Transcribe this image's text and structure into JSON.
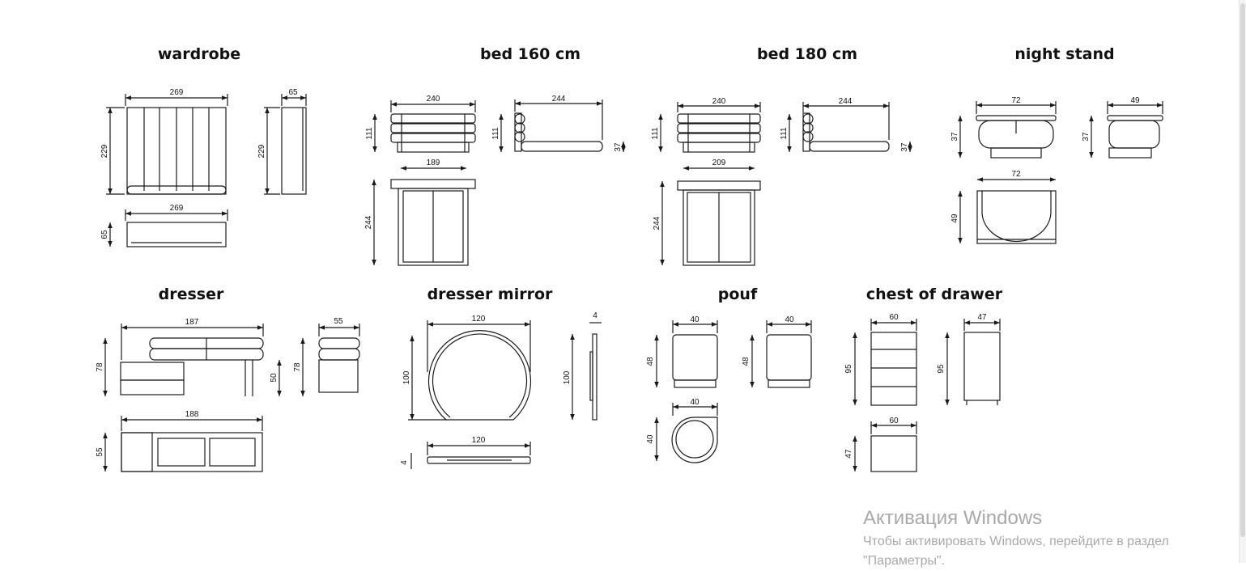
{
  "sections": {
    "wardrobe": {
      "title": "wardrobe",
      "front_width": "269",
      "front_height": "229",
      "side_depth": "65",
      "side_height": "229",
      "top_width": "269",
      "top_depth": "65"
    },
    "bed160": {
      "title": "bed 160 cm",
      "front_width": "240",
      "front_height": "111",
      "inner_width": "189",
      "side_length": "244",
      "side_height_head": "111",
      "side_height_base": "37",
      "top_length": "244"
    },
    "bed180": {
      "title": "bed 180 cm",
      "front_width": "240",
      "front_height": "111",
      "inner_width": "209",
      "side_length": "244",
      "side_height_head": "111",
      "side_height_base": "37",
      "top_length": "244"
    },
    "nightstand": {
      "title": "night stand",
      "front_width": "72",
      "front_height": "37",
      "side_depth": "49",
      "side_height": "37",
      "top_width": "72",
      "top_depth": "49"
    },
    "dresser": {
      "title": "dresser",
      "front_width": "187",
      "front_height": "78",
      "leg_height": "50",
      "side_depth": "55",
      "side_height": "78",
      "top_width": "188",
      "top_depth": "55"
    },
    "mirror": {
      "title": "dresser mirror",
      "front_width": "120",
      "front_height": "100",
      "side_depth": "4",
      "side_height": "100",
      "top_width": "120",
      "top_depth": "4"
    },
    "pouf": {
      "title": "pouf",
      "front_width": "40",
      "front_height": "48",
      "side_width": "40",
      "side_height": "48",
      "top_width": "40",
      "top_depth": "40"
    },
    "chest": {
      "title": "chest of drawer",
      "front_width": "60",
      "front_height": "95",
      "side_depth": "47",
      "side_height": "95",
      "top_width": "60",
      "top_depth": "47"
    }
  },
  "watermark": {
    "title": "Активация Windows",
    "line1": "Чтобы активировать Windows, перейдите в раздел",
    "line2": "\"Параметры\"."
  },
  "colors": {
    "line": "#1a1a1a",
    "watermark": "#a9a9a9"
  }
}
